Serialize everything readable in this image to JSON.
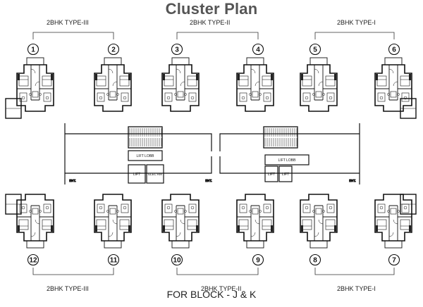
{
  "title": "Cluster Plan",
  "subtitle": "FOR BLOCK - J & K",
  "unit_types": {
    "top_left": "2BHK TYPE-III",
    "top_middle": "2BHK TYPE-II",
    "top_right": "2BHK TYPE-I",
    "bottom_left": "2BHK TYPE-III",
    "bottom_middle": "2BHK TYPE-II",
    "bottom_right": "2BHK TYPE-I"
  },
  "unit_numbers_top": [
    "1",
    "2",
    "3",
    "4",
    "5",
    "6"
  ],
  "unit_numbers_bottom": [
    "12",
    "11",
    "10",
    "9",
    "8",
    "7"
  ],
  "core_labels": {
    "lift_lobby_left": "LIFT LOBB",
    "lift_lobby_right": "LIFT LOBB",
    "lift_a": "LIFT",
    "lift_b": "LIFT",
    "elec_rm": "ELEC RM",
    "lift_c": "LIFT",
    "lift_d": "LIFT"
  },
  "entry_label": "ENT."
}
